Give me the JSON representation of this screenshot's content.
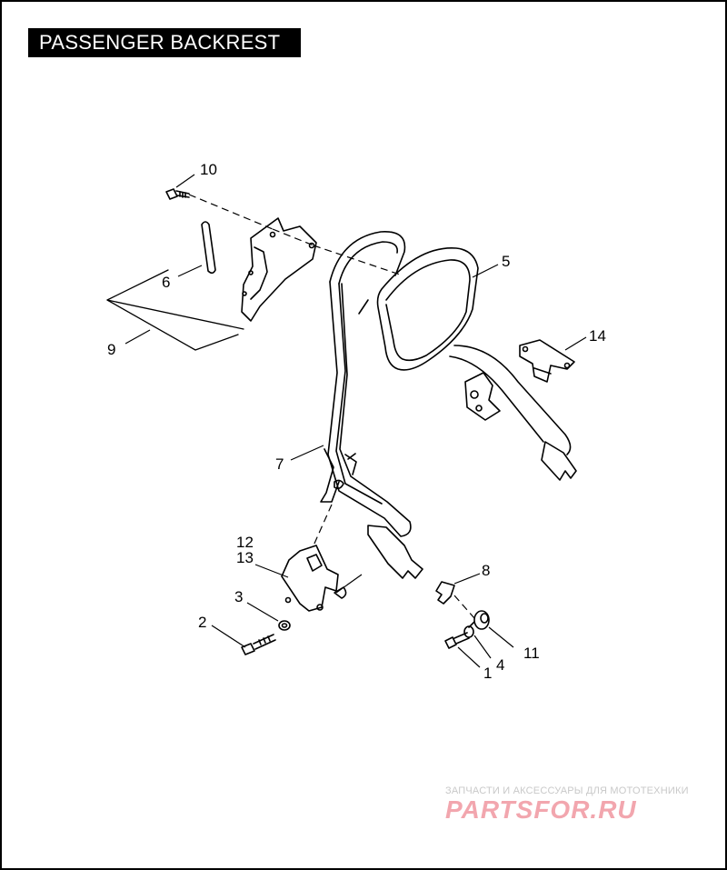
{
  "title": "PASSENGER BACKREST",
  "callouts": {
    "c1": "1",
    "c2": "2",
    "c3": "3",
    "c4": "4",
    "c5": "5",
    "c6": "6",
    "c7": "7",
    "c8": "8",
    "c9": "9",
    "c10": "10",
    "c11": "11",
    "c12": "12",
    "c13": "13",
    "c14": "14"
  },
  "watermark": {
    "tagline": "ЗАПЧАСТИ И АКСЕССУАРЫ ДЛЯ МОТОТЕХНИКИ",
    "logo_part1": "PARTS",
    "logo_part2": "FOR.RU"
  }
}
